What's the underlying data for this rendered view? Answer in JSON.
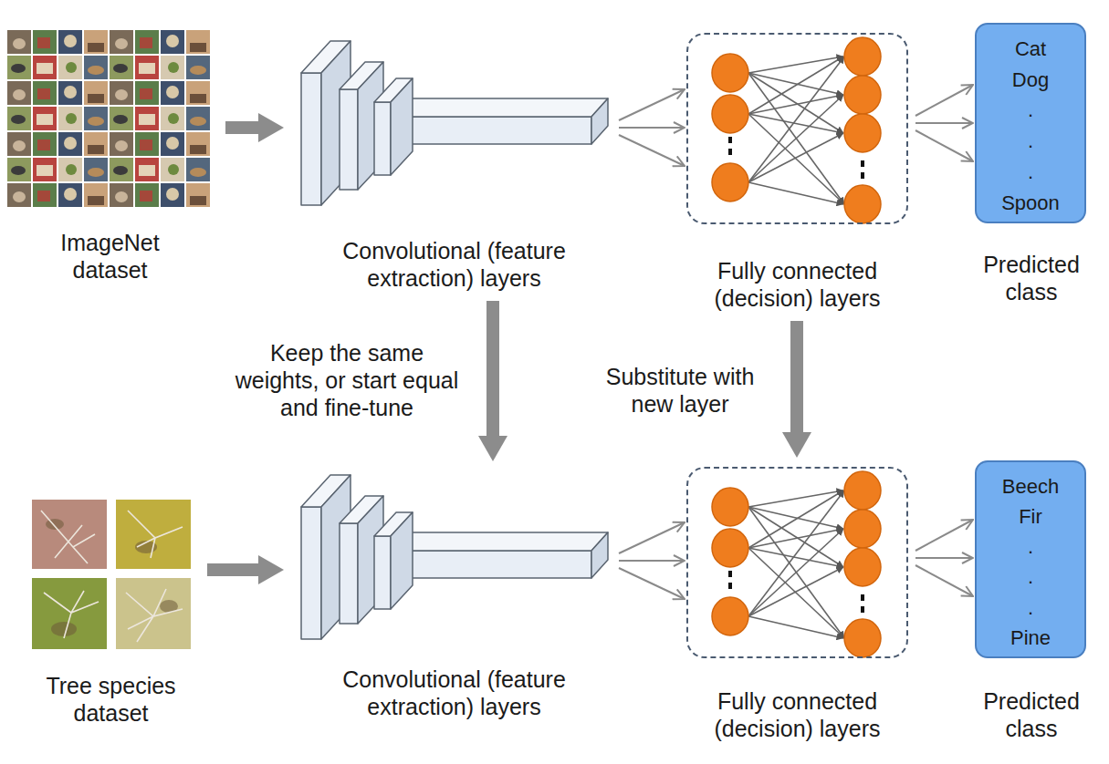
{
  "diagram": {
    "nodes": [
      {
        "text": [
          "ImageNet dataset"
        ]
      },
      {
        "text": [
          "Convolutional (feature extraction) layers"
        ]
      },
      {
        "text": [
          "Fully connected (decision) layers"
        ]
      },
      {
        "text": [
          "Cat",
          "Dog",
          ".",
          ".",
          ".",
          "Spoon",
          "Predicted class"
        ]
      },
      {
        "text": [
          "Tree species dataset"
        ]
      },
      {
        "text": [
          "Convolutional (feature extraction) layers"
        ]
      },
      {
        "text": [
          "Fully connected (decision) layers"
        ]
      },
      {
        "text": [
          "Beech",
          "Fir",
          ".",
          ".",
          ".",
          "Pine",
          "Predicted class"
        ]
      }
    ],
    "edges": [
      {
        "from": 0,
        "to": 1,
        "arrow": "to"
      },
      {
        "from": 1,
        "to": 2,
        "arrow": "to"
      },
      {
        "from": 2,
        "to": 3,
        "arrow": "to"
      },
      {
        "from": 1,
        "to": 5,
        "label": "Keep the same weights, or start equal and fine-tune",
        "arrow": "to"
      },
      {
        "from": 2,
        "to": 6,
        "label": "Substitute with new layer",
        "arrow": "to"
      },
      {
        "from": 4,
        "to": 5,
        "arrow": "to"
      },
      {
        "from": 5,
        "to": 6,
        "arrow": "to"
      },
      {
        "from": 6,
        "to": 7,
        "arrow": "to"
      }
    ]
  }
}
